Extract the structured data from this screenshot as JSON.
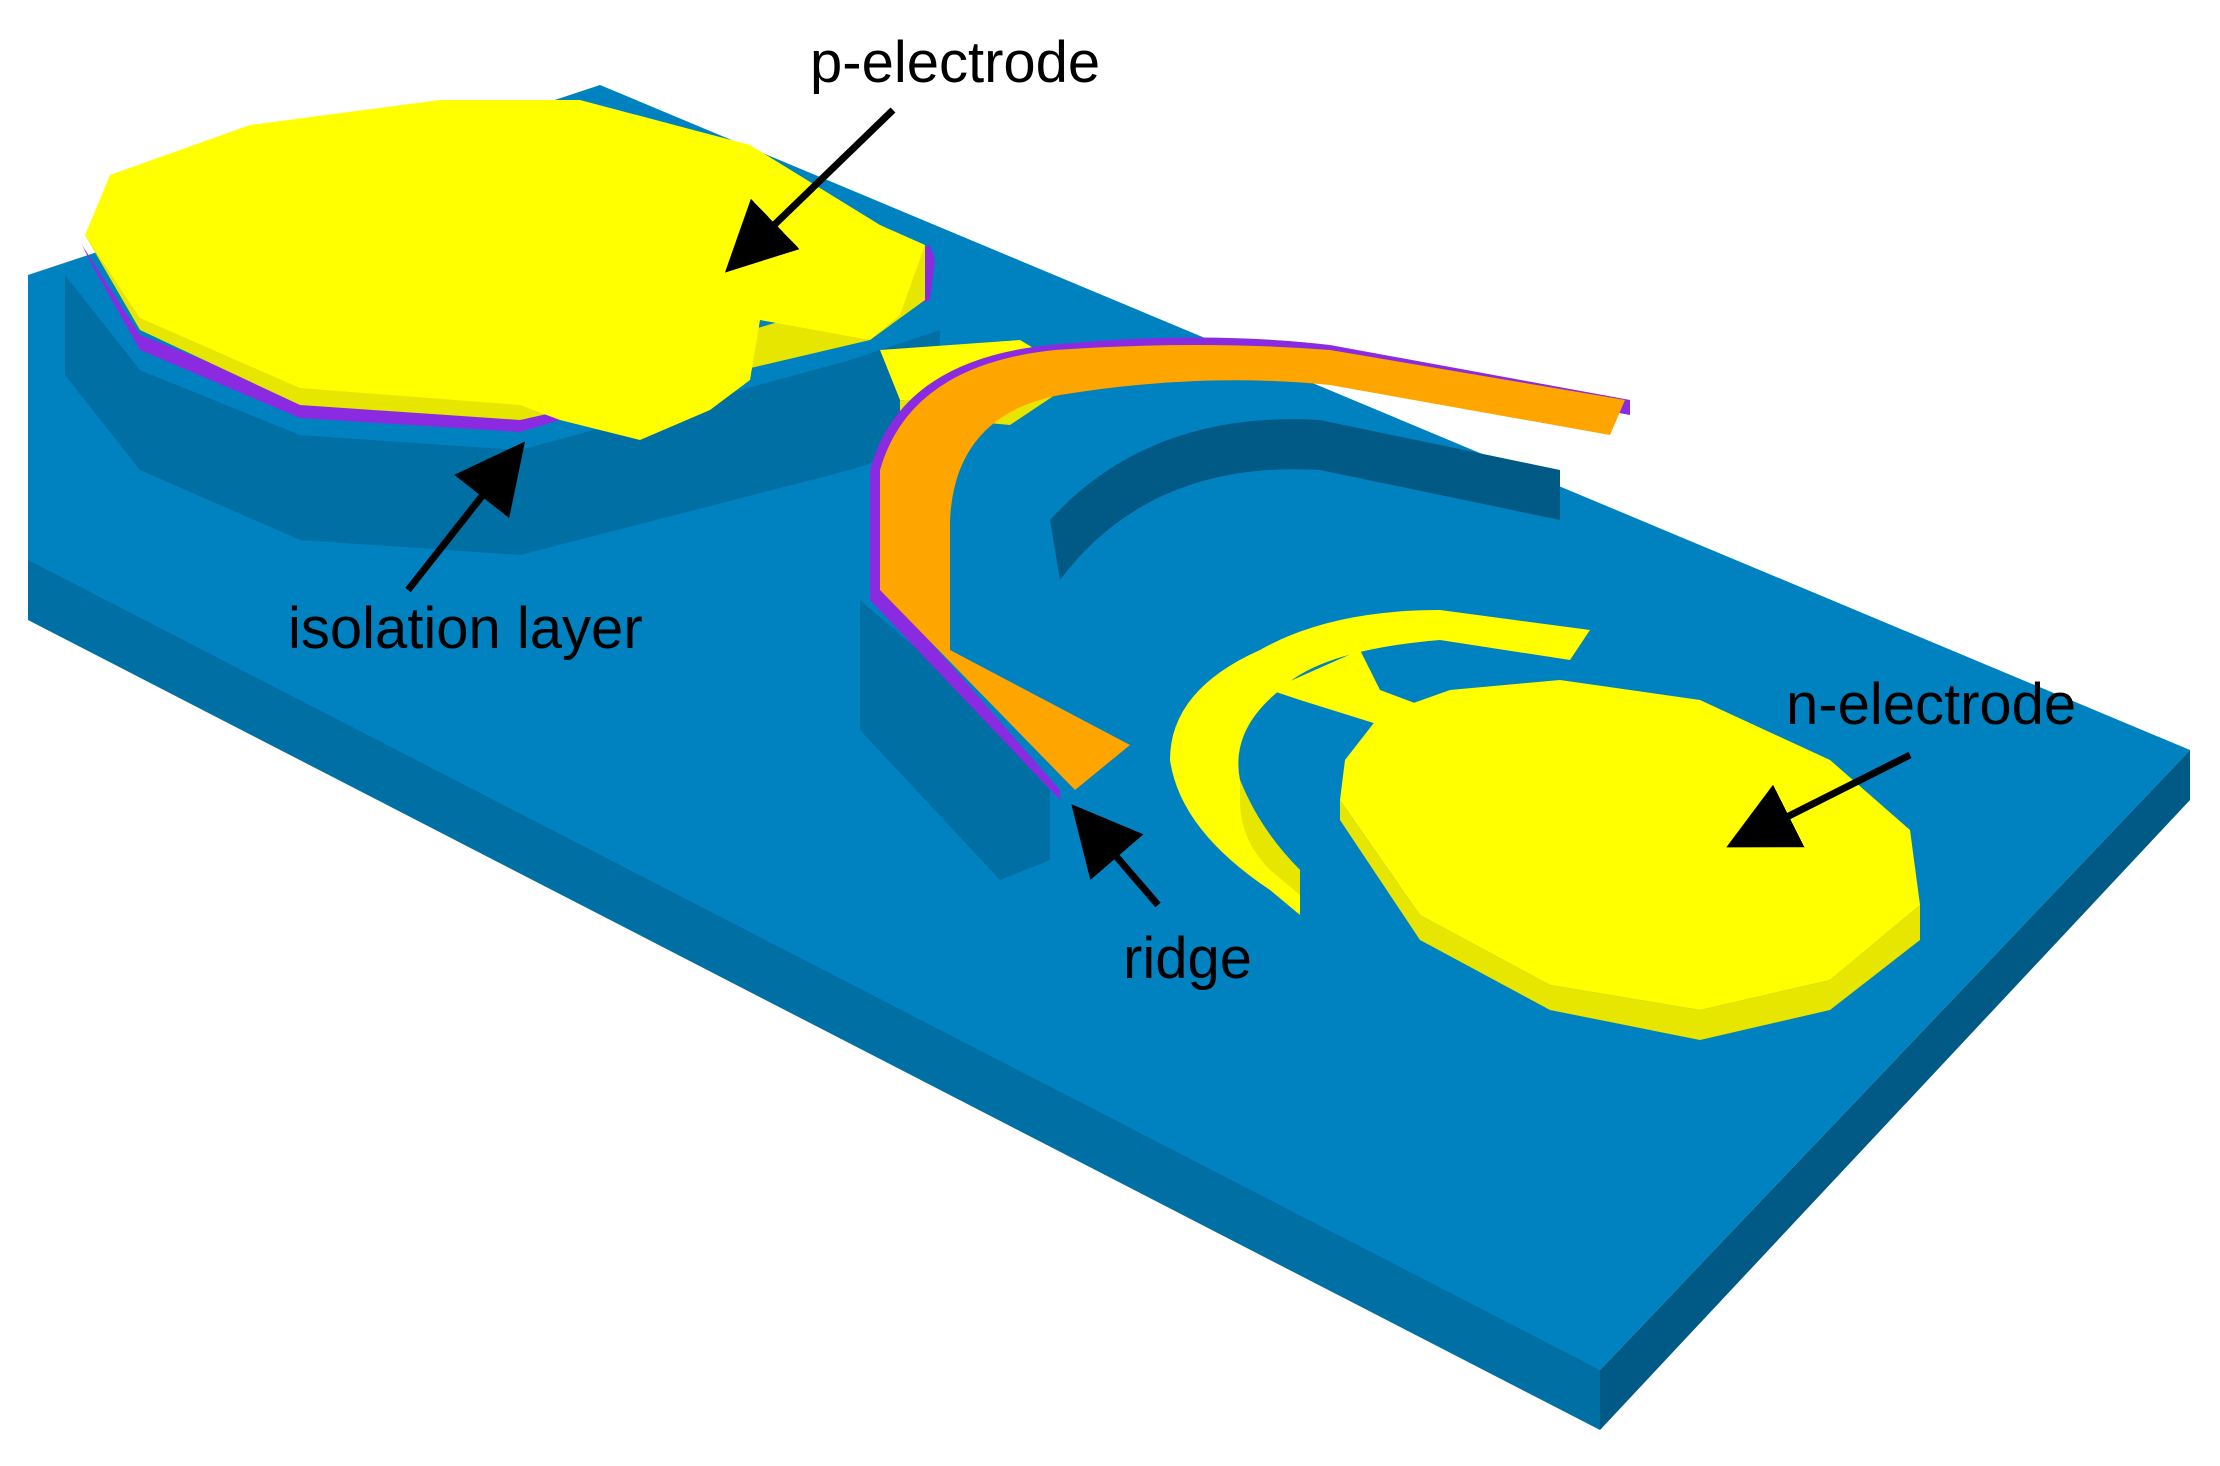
{
  "labels": {
    "p_electrode": "p-electrode",
    "isolation_layer": "isolation layer",
    "ridge": "ridge",
    "n_electrode": "n-electrode"
  },
  "colors": {
    "substrate_top": "#0082C0",
    "substrate_side": "#006FA3",
    "substrate_dark": "#005A85",
    "electrode": "#FFFF00",
    "electrode_side": "#E6E600",
    "ridge_top": "#FFA500",
    "isolation": "#8A2BE2",
    "arrow": "#000000"
  }
}
